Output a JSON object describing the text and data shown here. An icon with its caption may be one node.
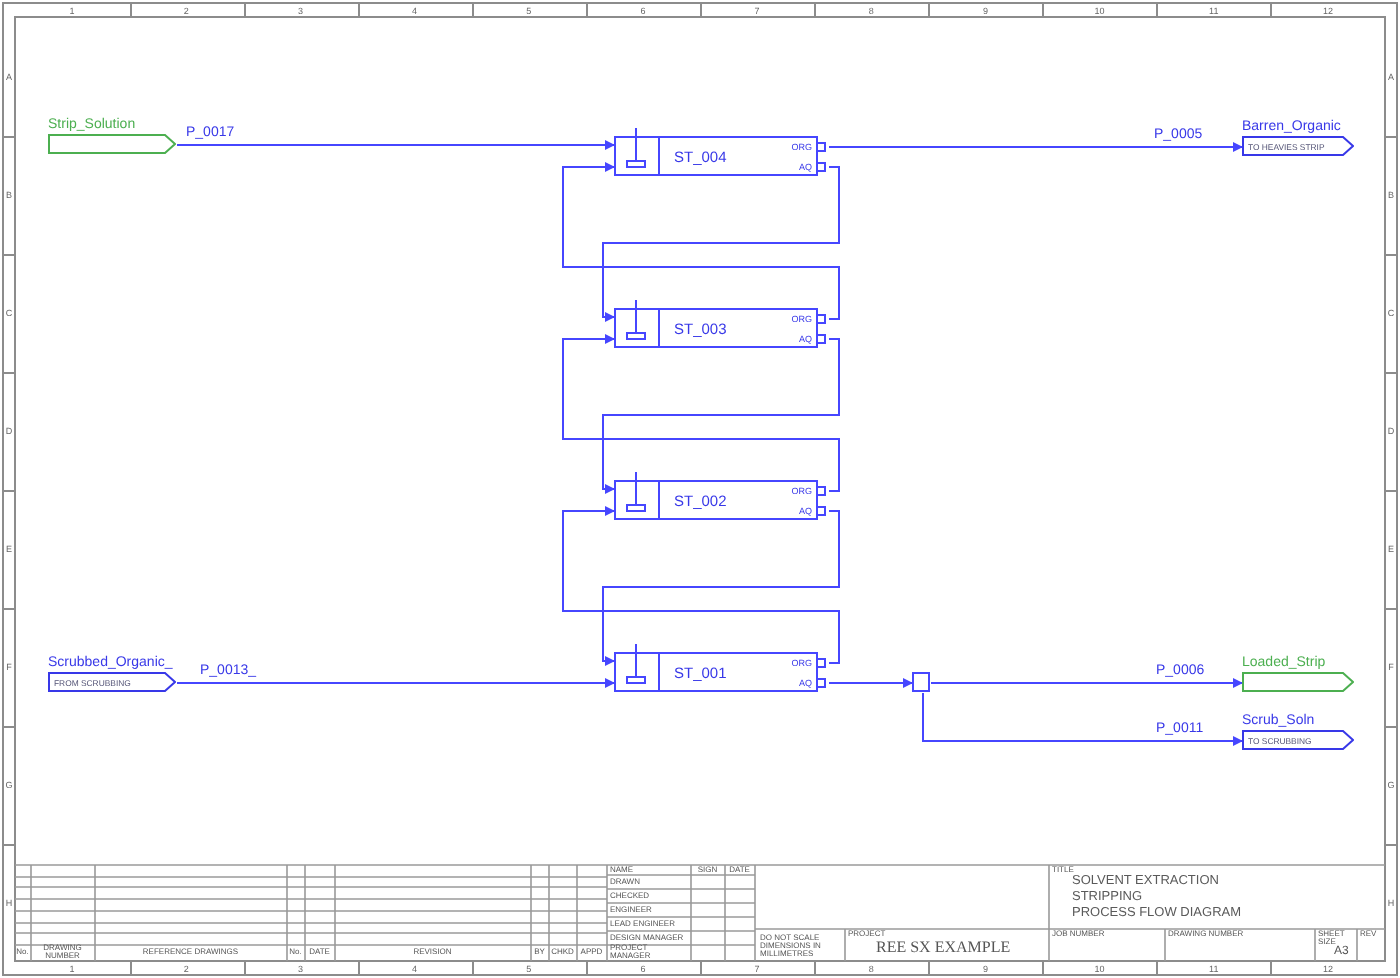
{
  "diagram": {
    "nodes": [
      {
        "text": [
          "Strip_Solution"
        ]
      },
      {
        "text": [
          "ST_004",
          "ORG",
          "AQ"
        ]
      },
      {
        "text": [
          "Barren_Organic",
          "TO HEAVIES STRIP"
        ]
      },
      {
        "text": [
          "ST_003",
          "ORG",
          "AQ"
        ]
      },
      {
        "text": [
          "ST_002",
          "ORG",
          "AQ"
        ]
      },
      {
        "text": [
          "Scrubbed_Organic_",
          "FROM SCRUBBING"
        ]
      },
      {
        "text": [
          "ST_001",
          "ORG",
          "AQ"
        ]
      },
      {
        "text": [],
        "shape": "box"
      },
      {
        "text": [
          "Loaded_Strip"
        ]
      },
      {
        "text": [
          "Scrub_Soln",
          "TO SCRUBBING"
        ]
      }
    ],
    "edges": [
      {
        "from": 0,
        "to": 1,
        "arrow": "to",
        "label": "P_0017"
      },
      {
        "from": 1,
        "to": 2,
        "arrow": "to",
        "label": "P_0005"
      },
      {
        "from": 1,
        "to": 3,
        "arrow": "to"
      },
      {
        "from": 3,
        "to": 1,
        "arrow": "to"
      },
      {
        "from": 3,
        "to": 4,
        "arrow": "to"
      },
      {
        "from": 4,
        "to": 3,
        "arrow": "to"
      },
      {
        "from": 4,
        "to": 6,
        "arrow": "to"
      },
      {
        "from": 6,
        "to": 4,
        "arrow": "to"
      },
      {
        "from": 5,
        "to": 6,
        "arrow": "to",
        "label": "P_0013_"
      },
      {
        "from": 6,
        "to": 7,
        "arrow": "to"
      },
      {
        "from": 7,
        "to": 8,
        "arrow": "to",
        "label": "P_0006"
      },
      {
        "from": 7,
        "to": 9,
        "arrow": "to",
        "label": "P_0011"
      }
    ],
    "labels": [
      "1",
      "2",
      "3",
      "4",
      "5",
      "6",
      "7",
      "8",
      "9",
      "10",
      "11",
      "12",
      "A",
      "A",
      "B",
      "B",
      "C",
      "C",
      "D",
      "D",
      "E",
      "E",
      "F",
      "F",
      "G",
      "G",
      "H",
      "H",
      "No.",
      "DRAWING NUMBER",
      "REFERENCE DRAWINGS",
      "No.",
      "DATE",
      "REVISION",
      "BY",
      "CHKD",
      "APPD",
      "NAME",
      "SIGN",
      "DATE",
      "DRAWN",
      "CHECKED",
      "ENGINEER",
      "LEAD ENGINEER",
      "DESIGN MANAGER",
      "PROJECT MANAGER",
      "TITLE",
      "SOLVENT EXTRACTION",
      "STRIPPING",
      "PROCESS FLOW DIAGRAM",
      "DO NOT SCALE DIMENSIONS IN MILLIMETRES",
      "PROJECT",
      "REE SX EXAMPLE",
      "JOB NUMBER",
      "DRAWING NUMBER",
      "SHEET SIZE",
      "A3",
      "REV",
      "1",
      "2",
      "3",
      "4",
      "5",
      "6",
      "7",
      "8",
      "9",
      "10",
      "11",
      "12"
    ]
  }
}
